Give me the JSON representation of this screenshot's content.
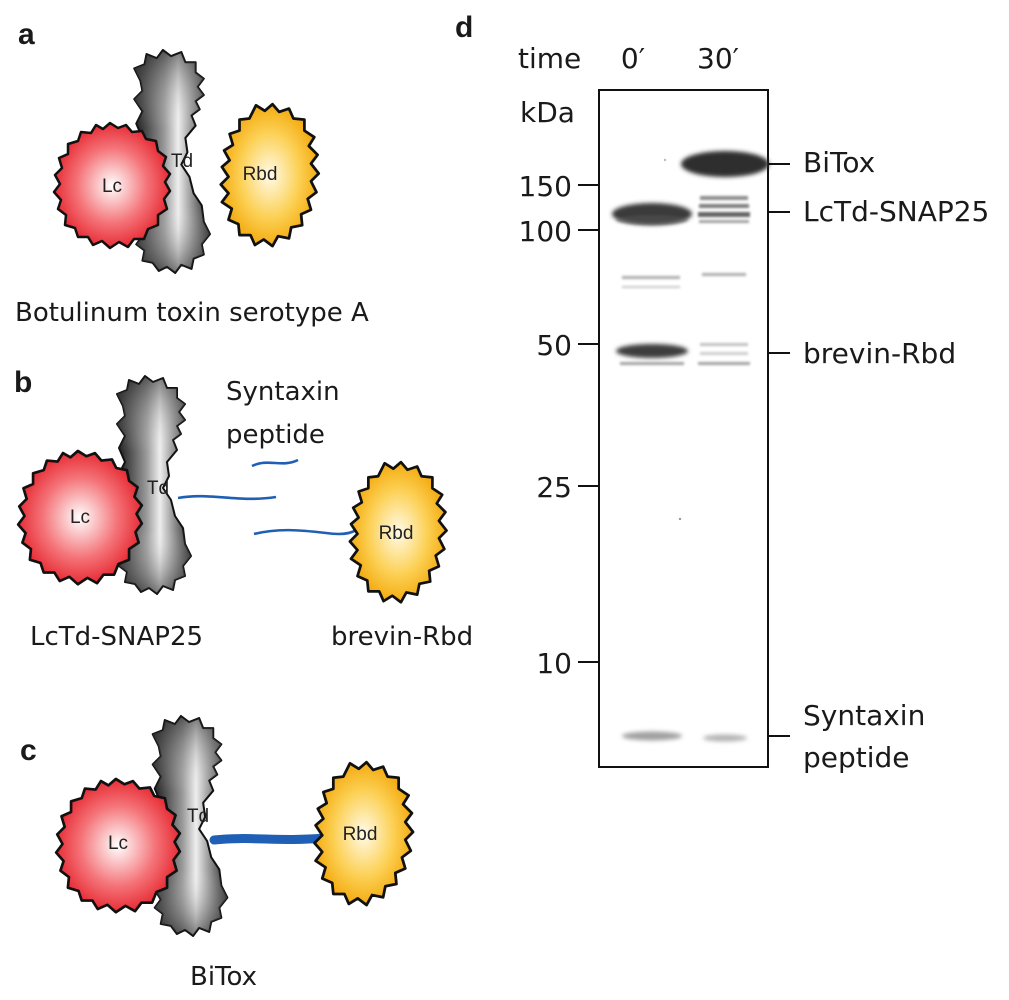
{
  "panels": {
    "a": {
      "letter": "a",
      "caption": "Botulinum toxin serotype A",
      "labels": {
        "lc": "Lc",
        "td": "Td",
        "rbd": "Rbd"
      }
    },
    "b": {
      "letter": "b",
      "peptide_label_line1": "Syntaxin",
      "peptide_label_line2": "peptide",
      "left_caption": "LcTd-SNAP25",
      "right_caption": "brevin-Rbd",
      "labels": {
        "lc": "Lc",
        "td": "Td",
        "rbd": "Rbd"
      }
    },
    "c": {
      "letter": "c",
      "caption": "BiTox",
      "labels": {
        "lc": "Lc",
        "td": "Td",
        "rbd": "Rbd"
      }
    },
    "d": {
      "letter": "d",
      "time_label": "time",
      "lanes": [
        "0′",
        "30′"
      ],
      "unit_label": "kDa",
      "markers": [
        "150",
        "100",
        "50",
        "25",
        "10"
      ],
      "band_labels": {
        "bitox": "BiTox",
        "lctd": "LcTd-SNAP25",
        "brevin": "brevin-Rbd",
        "syntaxin_line1": "Syntaxin",
        "syntaxin_line2": "peptide"
      }
    }
  },
  "colors": {
    "lc_red": "#e8202a",
    "td_black": "#1a1a1a",
    "rbd_yellow": "#f5a800",
    "linker_blue": "#1f5fb5"
  }
}
